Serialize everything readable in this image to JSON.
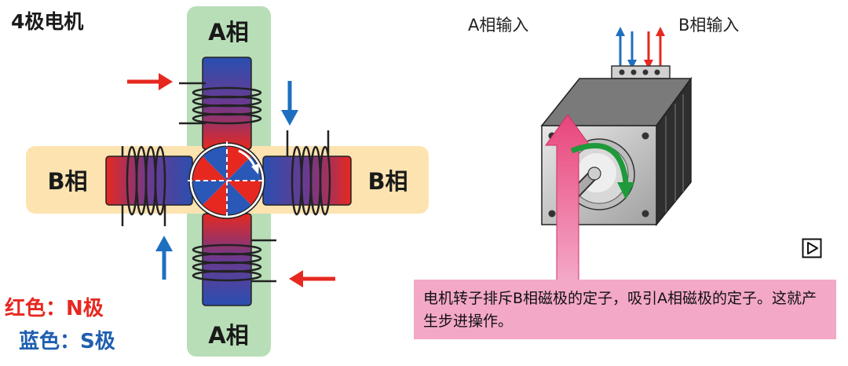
{
  "title": "4极电机",
  "phases": {
    "a_top": "A相",
    "a_bottom": "A相",
    "b_left": "B相",
    "b_right": "B相"
  },
  "legend": {
    "red": "红色：N极",
    "blue": "蓝色：S极"
  },
  "inputs": {
    "a": "A相输入",
    "b": "B相输入"
  },
  "caption": "电机转子排斥B相磁极的定子，吸引A相磁极的定子。这就产生步进操作。",
  "colors": {
    "north": "#e62820",
    "south": "#1f5fb0",
    "a_phase_bg": "#b8deb8",
    "b_phase_bg": "#fde3b0",
    "caption_bg": "#f4a8c8",
    "rotation_arrow": "#1e9a3a"
  },
  "icons": {
    "play": "play-button-icon"
  }
}
